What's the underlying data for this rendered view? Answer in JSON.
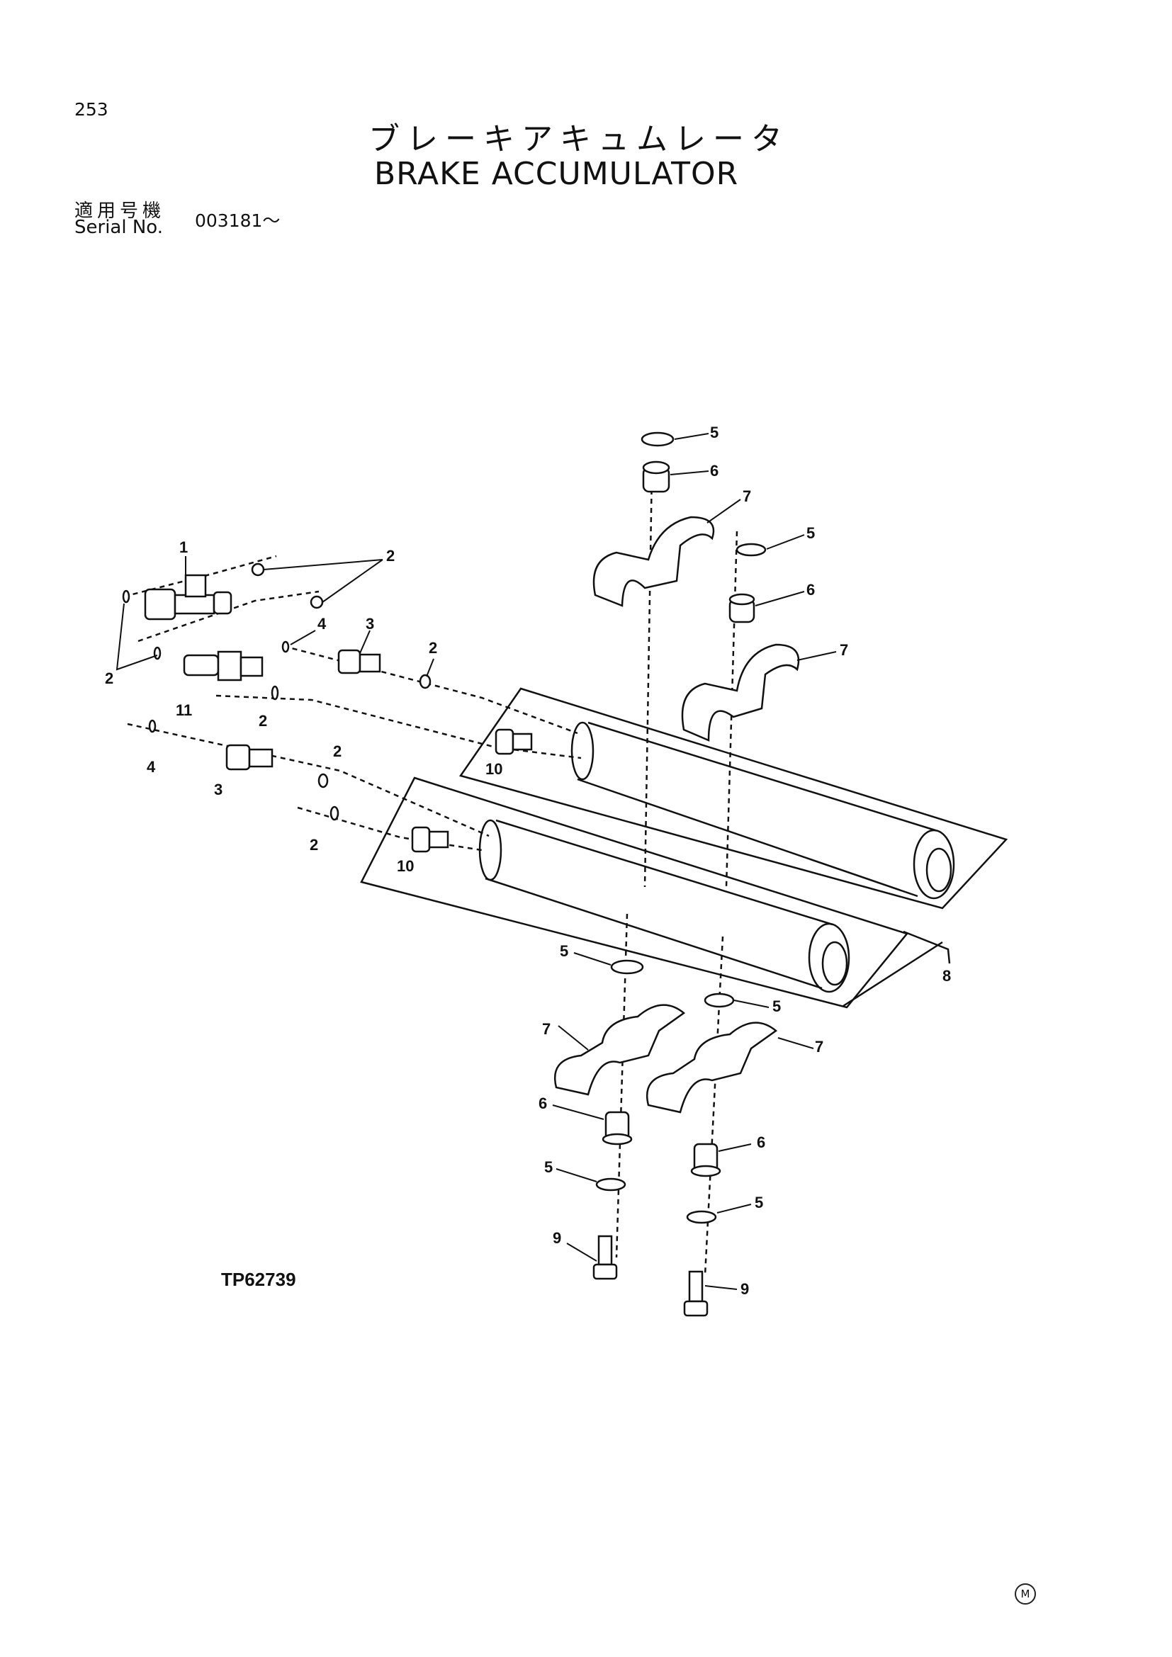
{
  "page": {
    "number": "253"
  },
  "title": {
    "japanese": "ブレーキアキュムレータ",
    "english": "BRAKE ACCUMULATOR"
  },
  "serial": {
    "label_japanese": "適用号機",
    "label_english": "Serial No.",
    "value": "003181～"
  },
  "drawing": {
    "code": "TP62739",
    "callouts": {
      "c1": "1",
      "c2a": "2",
      "c2b": "2",
      "c2c": "2",
      "c2d": "2",
      "c2e": "2",
      "c2f": "2",
      "c3a": "3",
      "c3b": "3",
      "c4a": "4",
      "c4b": "4",
      "c5a": "5",
      "c5b": "5",
      "c5c": "5",
      "c5d": "5",
      "c5e": "5",
      "c5f": "5",
      "c6a": "6",
      "c6b": "6",
      "c6c": "6",
      "c6d": "6",
      "c7a": "7",
      "c7b": "7",
      "c7c": "7",
      "c7d": "7",
      "c8": "8",
      "c9a": "9",
      "c9b": "9",
      "c10a": "10",
      "c10b": "10",
      "c11": "11"
    }
  },
  "footer": {
    "mark": "M"
  }
}
